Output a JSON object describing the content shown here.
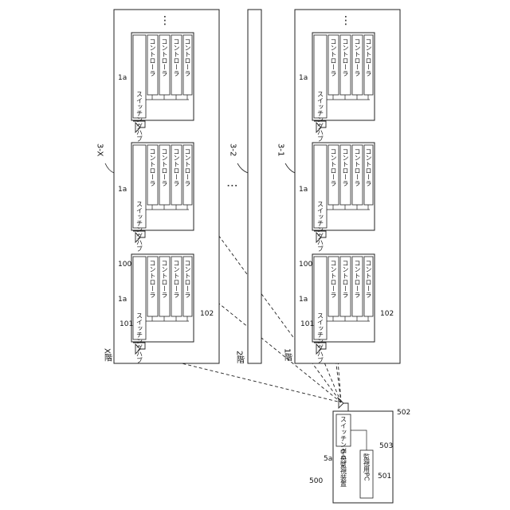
{
  "floors": [
    {
      "floor_label": "X階",
      "building_ref": "3-X",
      "units": [
        {
          "ref_unit": "1a",
          "controller_labels": [
            "コントローラ",
            "コントローラ",
            "コントローラ",
            "コントローラ"
          ],
          "switching_label": "スイッチングハブ",
          "ref_box": "100",
          "ref_antenna": "101",
          "ref_switch": "102"
        },
        {
          "ref_unit": "1a",
          "controller_labels": [
            "コントローラ",
            "コントローラ",
            "コントローラ",
            "コントローラ"
          ],
          "switching_label": "スイッチングハブ"
        },
        {
          "ref_unit": "1a",
          "controller_labels": [
            "コントローラ",
            "コントローラ",
            "コントローラ",
            "コントローラ"
          ],
          "switching_label": "スイッチングハブ"
        }
      ],
      "ellipsis": "⋮"
    },
    {
      "floor_label": "2階",
      "building_ref": "3-2"
    },
    {
      "floor_label": "1階",
      "building_ref": "3-1",
      "units": [
        {
          "ref_unit": "1a",
          "controller_labels": [
            "コントローラ",
            "コントローラ",
            "コントローラ",
            "コントローラ"
          ],
          "switching_label": "スイッチングハブ",
          "ref_box": "100",
          "ref_antenna": "101",
          "ref_switch": "102"
        },
        {
          "ref_unit": "1a",
          "controller_labels": [
            "コントローラ",
            "コントローラ",
            "コントローラ",
            "コントローラ"
          ],
          "switching_label": "スイッチングハブ"
        },
        {
          "ref_unit": "1a",
          "controller_labels": [
            "コントローラ",
            "コントローラ",
            "コントローラ",
            "コントローラ"
          ],
          "switching_label": "スイッチングハブ"
        }
      ],
      "ellipsis": "⋮"
    }
  ],
  "between_floors": "⋮",
  "monitor": {
    "ref_system": "500",
    "ref_unit": "5a",
    "device_label": "中央監視装置",
    "pc_label": "監視用PC",
    "ref_pc": "501",
    "switching_label": "スイッチングハブ",
    "ref_switching": "502",
    "ref_antenna": "503"
  },
  "colors": {
    "line": "#111111",
    "background": "#ffffff"
  }
}
